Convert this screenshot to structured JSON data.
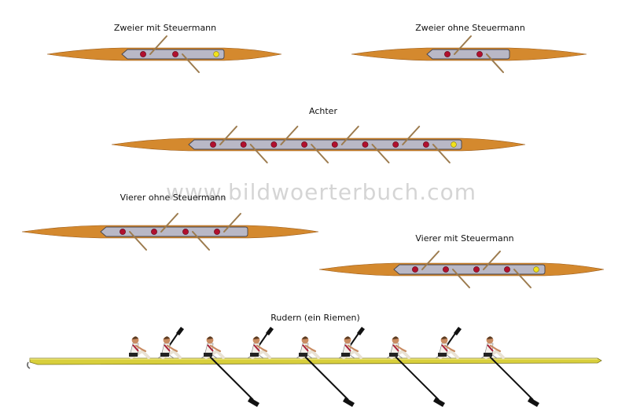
{
  "watermark": "www.bildwoerterbuch.com",
  "labels": {
    "pair_cox": "Zweier mit Steuermann",
    "pair": "Zweier ohne Steuermann",
    "eight": "Achter",
    "four": "Vierer ohne Steuermann",
    "four_cox": "Vierer mit Steuermann",
    "sweep": "Rudern (ein Riemen)"
  },
  "colors": {
    "hull": "#d4892e",
    "deck": "#b9b8c6",
    "rower": "#b0102e",
    "coxswain": "#f2e21c",
    "oar": "#9c7b4e",
    "shell": "#d8cf3c",
    "blade": "#111111"
  },
  "boats": {
    "pair_cox": {
      "rowers": 2,
      "coxswain": true
    },
    "pair": {
      "rowers": 2,
      "coxswain": false
    },
    "eight": {
      "rowers": 8,
      "coxswain": true
    },
    "four": {
      "rowers": 4,
      "coxswain": false
    },
    "four_cox": {
      "rowers": 4,
      "coxswain": true
    },
    "sweep": {
      "rowers": 8,
      "coxswain": true
    }
  }
}
